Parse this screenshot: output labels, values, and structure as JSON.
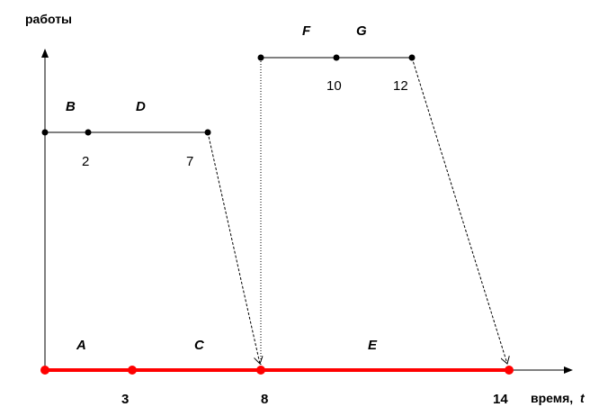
{
  "axis": {
    "y_label": "работы",
    "x_label": "время,",
    "x_variable": "t"
  },
  "activities": {
    "A": "A",
    "B": "B",
    "C": "C",
    "D": "D",
    "E": "E",
    "F": "F",
    "G": "G"
  },
  "times": {
    "t3": "3",
    "t8": "8",
    "t14": "14",
    "t2": "2",
    "t7": "7",
    "t10": "10",
    "t12": "12"
  },
  "colors": {
    "critical_path": "#ff0000",
    "line": "#000000"
  }
}
